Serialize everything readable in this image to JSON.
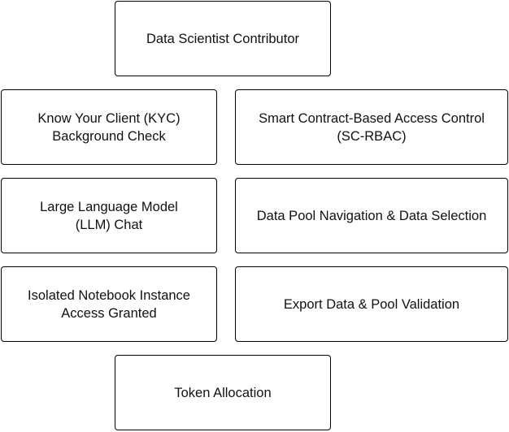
{
  "diagram": {
    "boxes": {
      "contributor": "Data Scientist Contributor",
      "kyc": "Know Your Client (KYC)\nBackground Check",
      "sc_rbac": "Smart Contract-Based Access Control\n(SC-RBAC)",
      "llm_chat": "Large Language Model\n(LLM) Chat",
      "pool_navigation": "Data Pool Navigation & Data Selection",
      "notebook": "Isolated Notebook Instance\nAccess Granted",
      "export": "Export Data & Pool Validation",
      "token": "Token Allocation"
    }
  }
}
